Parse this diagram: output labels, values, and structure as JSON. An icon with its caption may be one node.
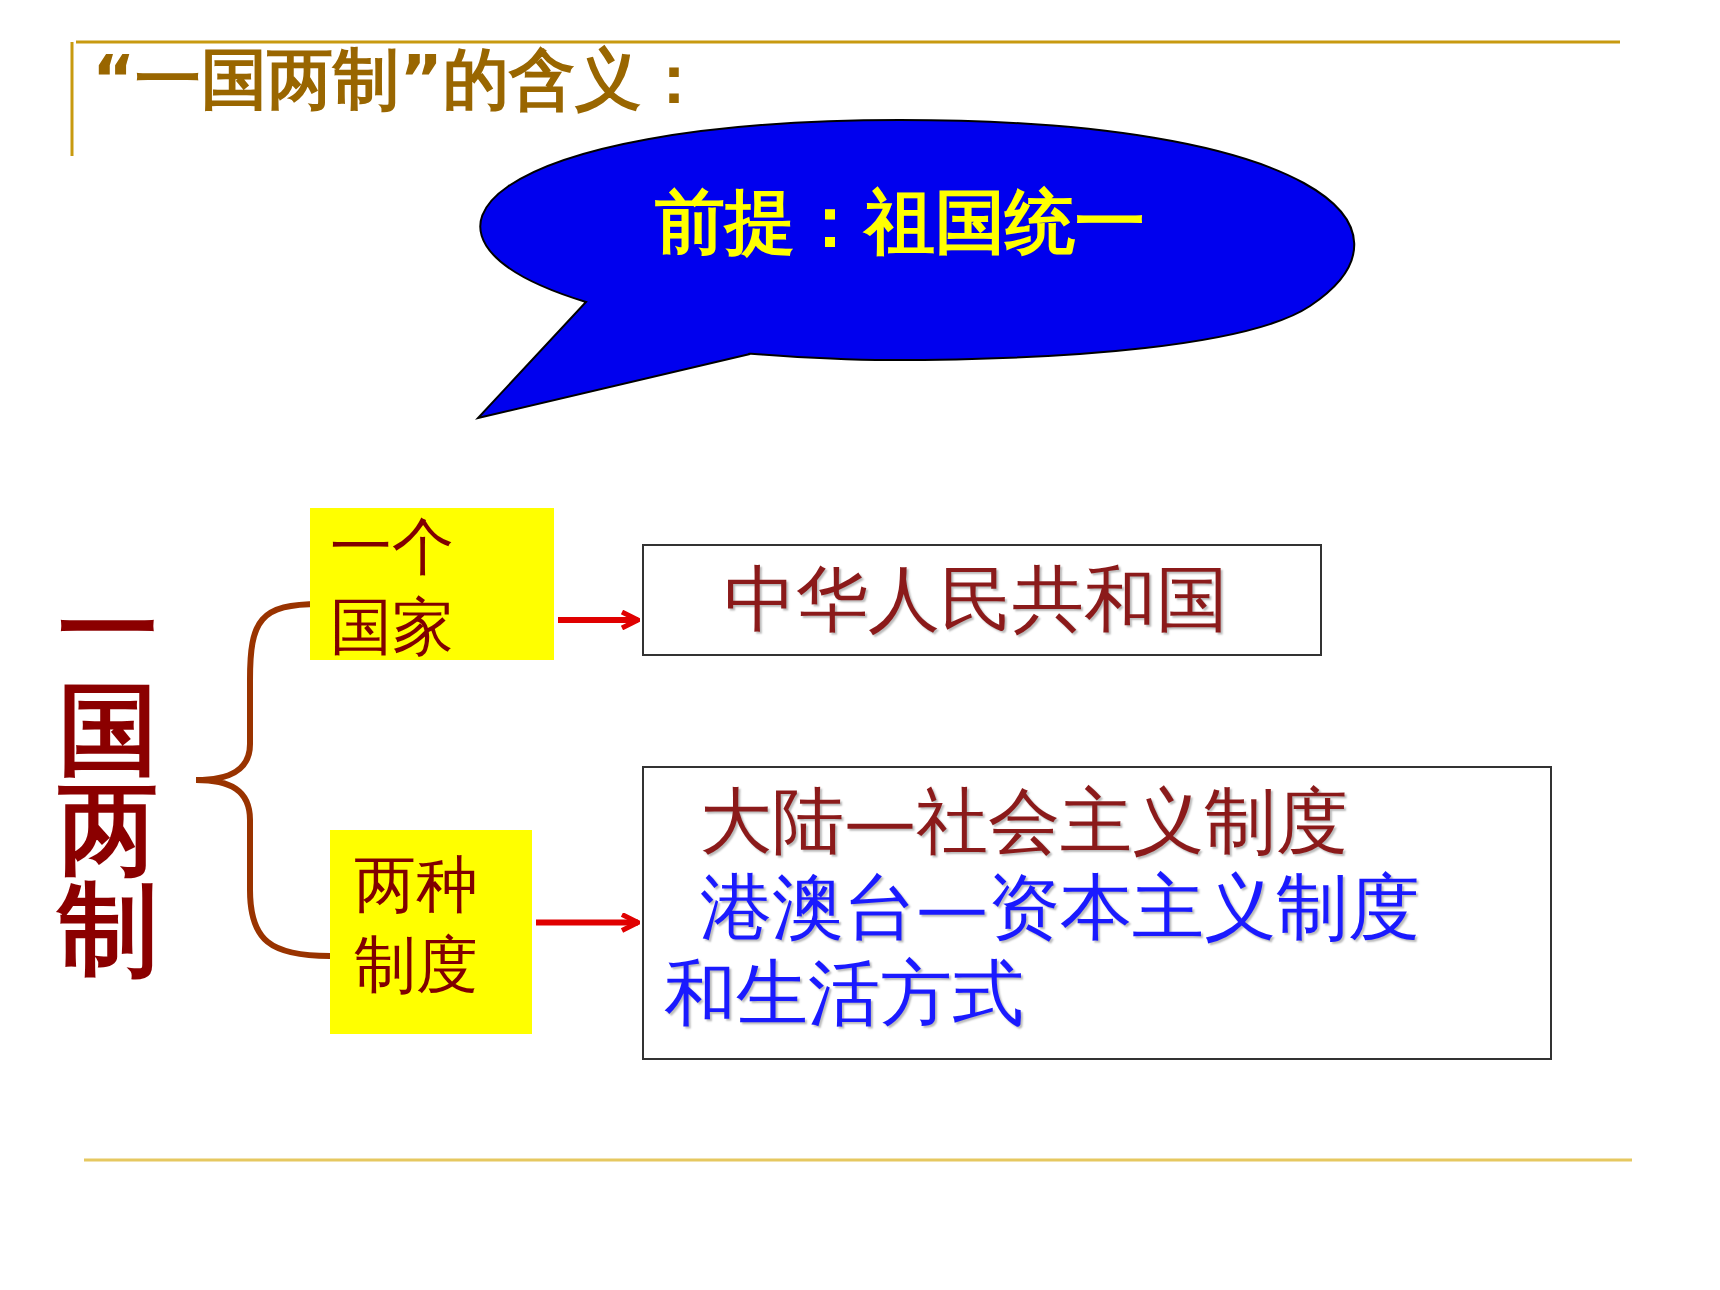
{
  "diagram": {
    "title": "“一国两制”的含义：",
    "nodes": [
      {
        "text": [
          "前提：祖国统一"
        ]
      },
      {
        "text": [
          "一个国家"
        ]
      },
      {
        "text": [
          "两种制度"
        ]
      },
      {
        "text": [
          "中华人民共和国"
        ]
      },
      {
        "text": [
          "大陆—社会主义制度",
          "港澳台—资本主义制度和生活方式"
        ]
      }
    ],
    "edges": [
      {
        "from": 1,
        "to": 3,
        "arrow": "to"
      },
      {
        "from": 2,
        "to": 4,
        "arrow": "to"
      }
    ],
    "labels": [
      "一国两制"
    ]
  }
}
